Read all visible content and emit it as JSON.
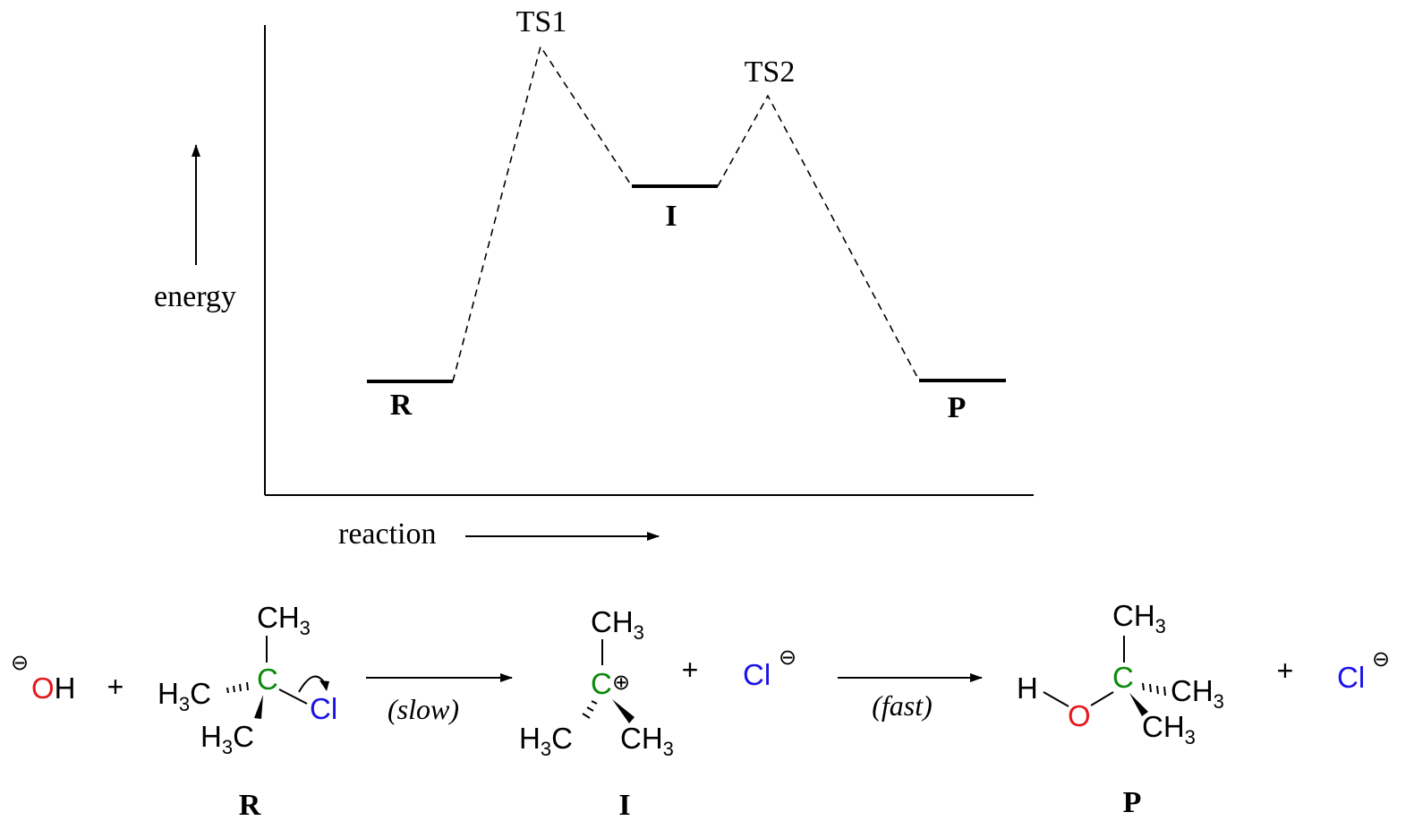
{
  "diagram": {
    "axis_label_y": "energy",
    "axis_label_x": "reaction",
    "states": [
      {
        "key": "R",
        "label": "R"
      },
      {
        "key": "TS1",
        "label": "TS1"
      },
      {
        "key": "I",
        "label": "I"
      },
      {
        "key": "TS2",
        "label": "TS2"
      },
      {
        "key": "P",
        "label": "P"
      }
    ]
  },
  "scheme": {
    "hydroxide": {
      "charge": "⊖",
      "o": "O",
      "h": "H"
    },
    "plus": "+",
    "reactant": {
      "ch3_top": "CH",
      "ch3_top_sub": "3",
      "h3c_left": "H",
      "h3c_left_sub": "3",
      "h3c_left_c": "C",
      "h3c_bottom": "H",
      "h3c_bottom_sub": "3",
      "h3c_bottom_c": "C",
      "center": "C",
      "leaving": "Cl",
      "label": "R"
    },
    "step1_label": "(slow)",
    "intermediate": {
      "ch3_top": "CH",
      "ch3_top_sub": "3",
      "h3c_left": "H",
      "h3c_left_sub": "3",
      "h3c_left_c": "C",
      "ch3_right": "CH",
      "ch3_right_sub": "3",
      "center": "C",
      "charge": "⊕",
      "label": "I"
    },
    "chloride": {
      "cl": "Cl",
      "charge": "⊖"
    },
    "step2_label": "(fast)",
    "product": {
      "h": "H",
      "o": "O",
      "center": "C",
      "ch3_top": "CH",
      "ch3_top_sub": "3",
      "ch3_right": "CH",
      "ch3_right_sub": "3",
      "ch3_bottom": "CH",
      "ch3_bottom_sub": "3",
      "label": "P"
    }
  },
  "colors": {
    "oxygen": "#e8161b",
    "carbon": "#0a8a0a",
    "chlorine": "#1a14e6",
    "black": "#000000"
  }
}
